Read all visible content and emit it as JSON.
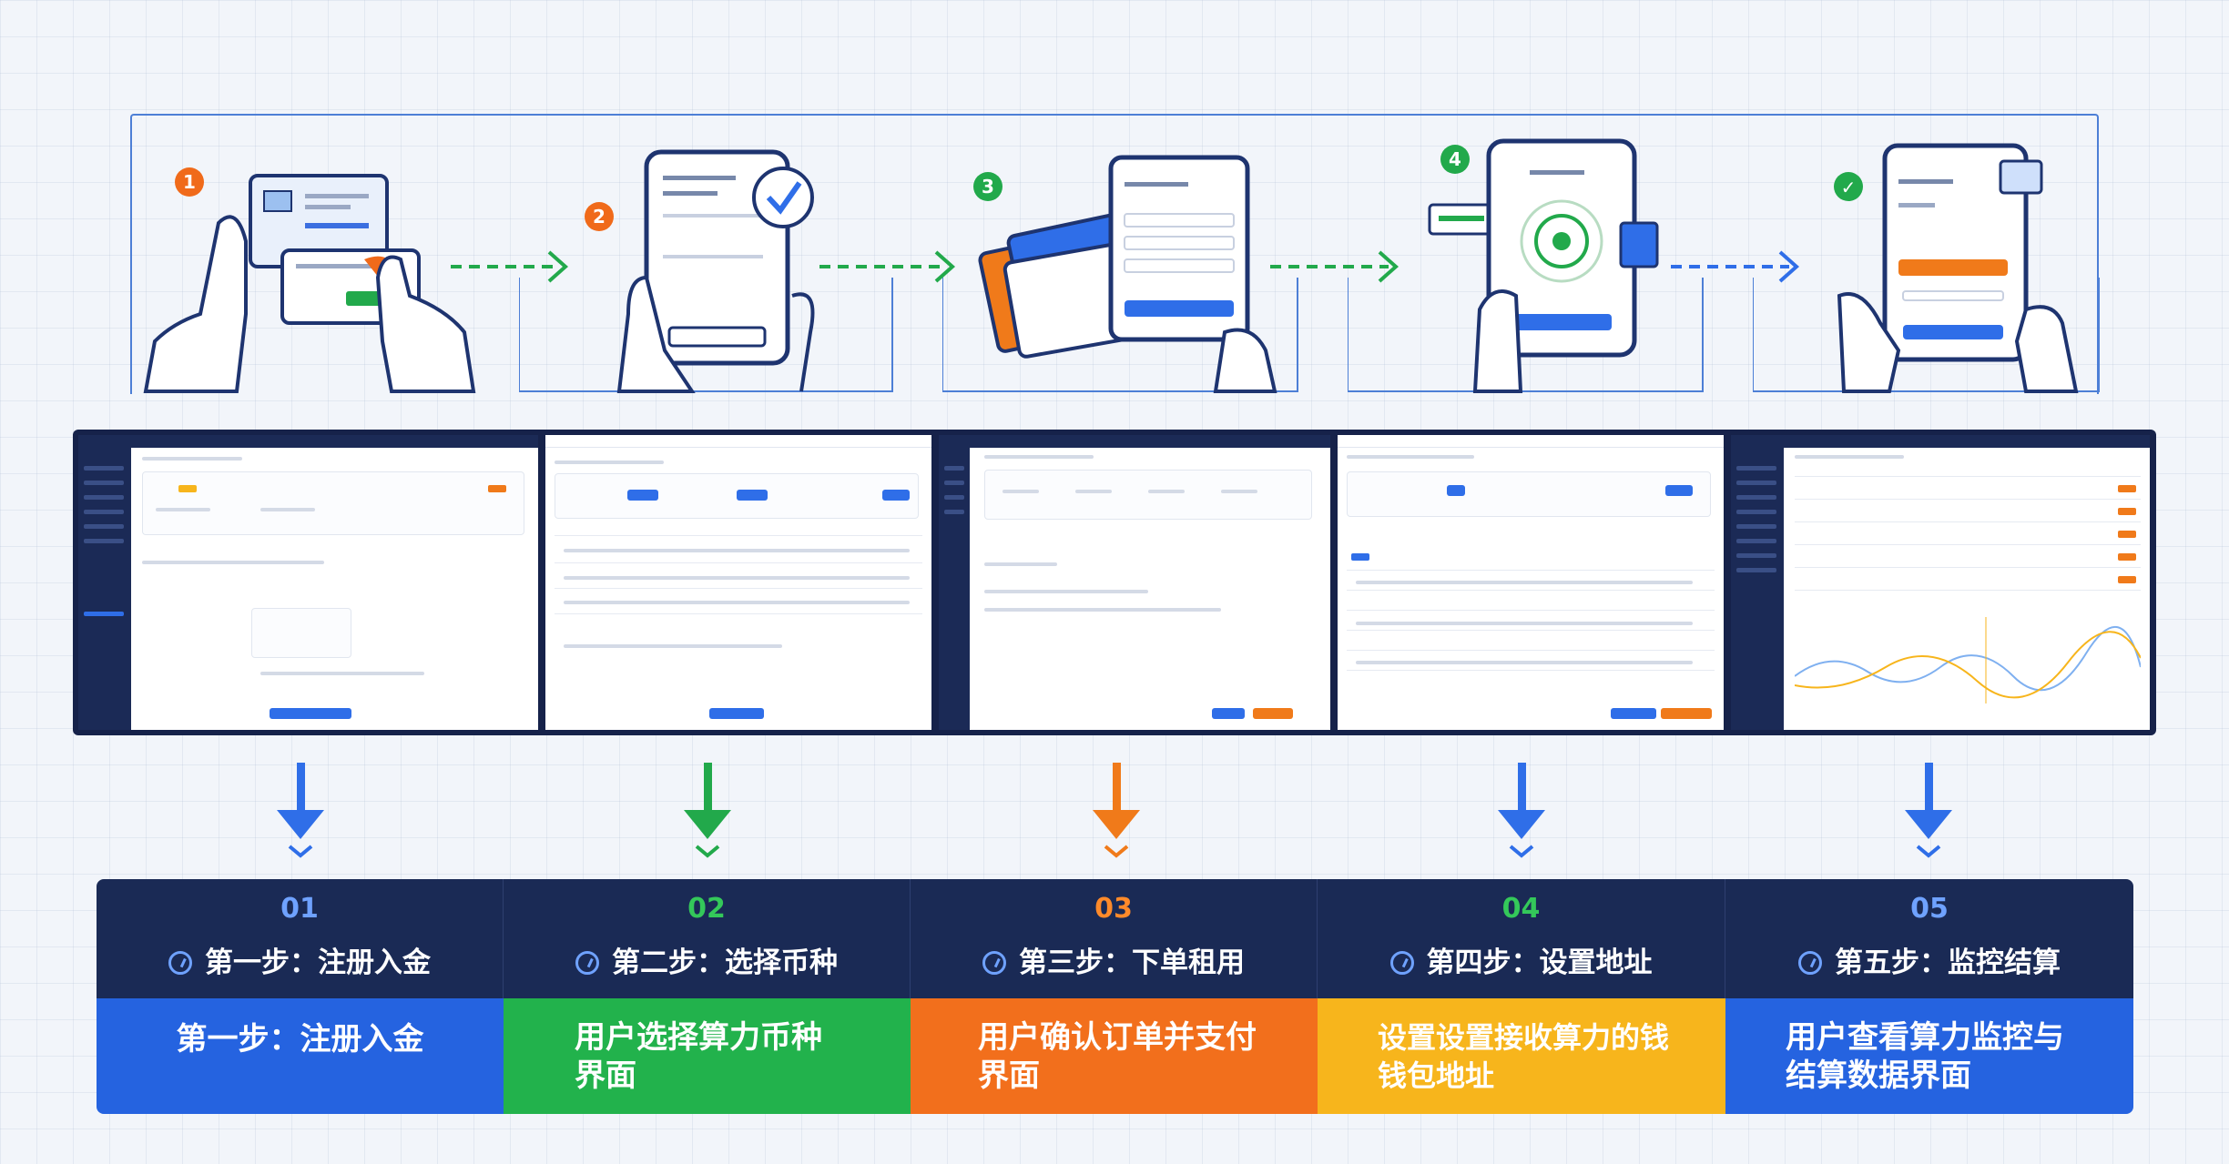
{
  "illustrations": [
    {
      "badge": "1",
      "badge_color": "#f06a1a"
    },
    {
      "badge": "2",
      "badge_color": "#f06a1a"
    },
    {
      "badge": "3",
      "badge_color": "#22a94b"
    },
    {
      "badge": "4",
      "badge_color": "#22a94b"
    },
    {
      "badge": "✓",
      "badge_color": "#22a94b"
    }
  ],
  "connector_colors": [
    "#22a94b",
    "#22a94b",
    "#22a94b",
    "#2f6ee8"
  ],
  "down_arrow_colors": [
    "#2f6ee8",
    "#22a94b",
    "#f07a1a",
    "#2f6ee8",
    "#2f6ee8"
  ],
  "steps": [
    {
      "num": "01",
      "num_color": "#6fa2ff",
      "title": "第一步：注册入金",
      "desc": "第一步：注册入金",
      "body_color": "#2563e0",
      "desc_centered": true
    },
    {
      "num": "02",
      "num_color": "#34c85a",
      "title": "第二步：选择币种",
      "desc": "用户选择算力币种\n界面",
      "body_color": "#22b24c",
      "desc_centered": false
    },
    {
      "num": "03",
      "num_color": "#ff8a2a",
      "title": "第三步：下单租用",
      "desc": "用户确认订单并支付\n界面",
      "body_color": "#f26f1c",
      "desc_centered": false
    },
    {
      "num": "04",
      "num_color": "#34c85a",
      "title": "第四步：设置地址",
      "desc": "设置设置接收算力的钱\n钱包地址",
      "body_color": "#f7b51c",
      "desc_centered": false
    },
    {
      "num": "05",
      "num_color": "#6fa2ff",
      "title": "第五步：监控结算",
      "desc": "用户查看算力监控与\n结算数据界面",
      "body_color": "#2563e0",
      "desc_centered": false
    }
  ]
}
